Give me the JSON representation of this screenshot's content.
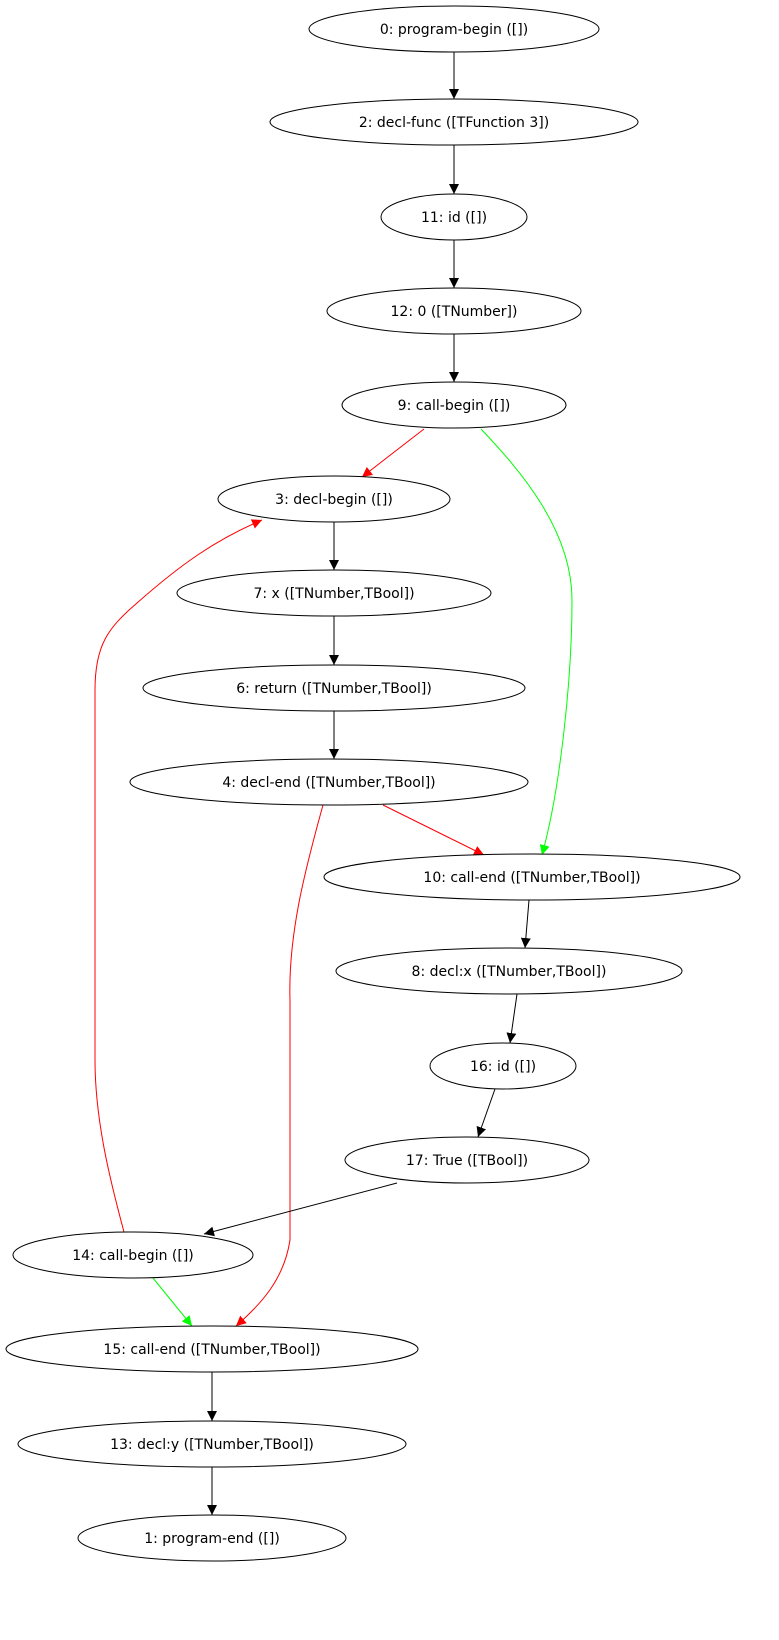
{
  "colors": {
    "normal": "#000000",
    "red": "#ff0000",
    "green": "#00ff00"
  },
  "nodes": [
    {
      "id": "n0",
      "label": "0: program-begin ([])"
    },
    {
      "id": "n2",
      "label": "2: decl-func ([TFunction 3])"
    },
    {
      "id": "n11",
      "label": "11: id ([])"
    },
    {
      "id": "n12",
      "label": "12: 0 ([TNumber])"
    },
    {
      "id": "n9",
      "label": "9: call-begin ([])"
    },
    {
      "id": "n3",
      "label": "3: decl-begin ([])"
    },
    {
      "id": "n7",
      "label": "7: x ([TNumber,TBool])"
    },
    {
      "id": "n6",
      "label": "6: return ([TNumber,TBool])"
    },
    {
      "id": "n4",
      "label": "4: decl-end ([TNumber,TBool])"
    },
    {
      "id": "n10",
      "label": "10: call-end ([TNumber,TBool])"
    },
    {
      "id": "n8",
      "label": "8: decl:x ([TNumber,TBool])"
    },
    {
      "id": "n16",
      "label": "16: id ([])"
    },
    {
      "id": "n17",
      "label": "17: True ([TBool])"
    },
    {
      "id": "n14",
      "label": "14: call-begin ([])"
    },
    {
      "id": "n15",
      "label": "15: call-end ([TNumber,TBool])"
    },
    {
      "id": "n13",
      "label": "13: decl:y ([TNumber,TBool])"
    },
    {
      "id": "n1",
      "label": "1: program-end ([])"
    }
  ],
  "edges": [
    {
      "id": "e0-2",
      "from": "n0",
      "to": "n2",
      "color": "normal"
    },
    {
      "id": "e2-11",
      "from": "n2",
      "to": "n11",
      "color": "normal"
    },
    {
      "id": "e11-12",
      "from": "n11",
      "to": "n12",
      "color": "normal"
    },
    {
      "id": "e12-9",
      "from": "n12",
      "to": "n9",
      "color": "normal"
    },
    {
      "id": "e9-3",
      "from": "n9",
      "to": "n3",
      "color": "red"
    },
    {
      "id": "e9-10",
      "from": "n9",
      "to": "n10",
      "color": "green"
    },
    {
      "id": "e3-7",
      "from": "n3",
      "to": "n7",
      "color": "normal"
    },
    {
      "id": "e7-6",
      "from": "n7",
      "to": "n6",
      "color": "normal"
    },
    {
      "id": "e6-4",
      "from": "n6",
      "to": "n4",
      "color": "normal"
    },
    {
      "id": "e4-10",
      "from": "n4",
      "to": "n10",
      "color": "red"
    },
    {
      "id": "e4-15",
      "from": "n4",
      "to": "n15",
      "color": "red"
    },
    {
      "id": "e10-8",
      "from": "n10",
      "to": "n8",
      "color": "normal"
    },
    {
      "id": "e8-16",
      "from": "n8",
      "to": "n16",
      "color": "normal"
    },
    {
      "id": "e16-17",
      "from": "n16",
      "to": "n17",
      "color": "normal"
    },
    {
      "id": "e17-14",
      "from": "n17",
      "to": "n14",
      "color": "normal"
    },
    {
      "id": "e14-3",
      "from": "n14",
      "to": "n3",
      "color": "red"
    },
    {
      "id": "e14-15",
      "from": "n14",
      "to": "n15",
      "color": "green"
    },
    {
      "id": "e15-13",
      "from": "n15",
      "to": "n13",
      "color": "normal"
    },
    {
      "id": "e13-1",
      "from": "n13",
      "to": "n1",
      "color": "normal"
    }
  ]
}
